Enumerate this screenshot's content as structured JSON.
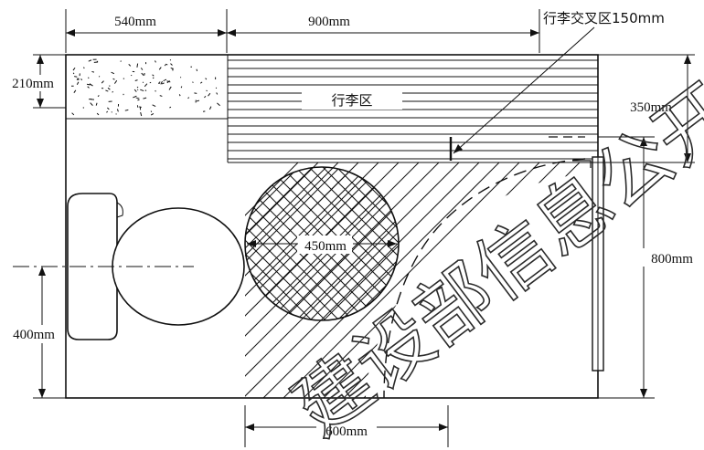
{
  "dimensions": {
    "top_left": "540mm",
    "top_middle": "900mm",
    "left_top": "210mm",
    "right_top": "350mm",
    "right_main": "800mm",
    "left_bottom": "400mm",
    "bottom": "600mm",
    "circle": "450mm"
  },
  "labels": {
    "luggage_zone": "行李区",
    "luggage_cross_zone": "行李交叉区150mm"
  },
  "watermark": {
    "text": "建设部信息公开"
  }
}
